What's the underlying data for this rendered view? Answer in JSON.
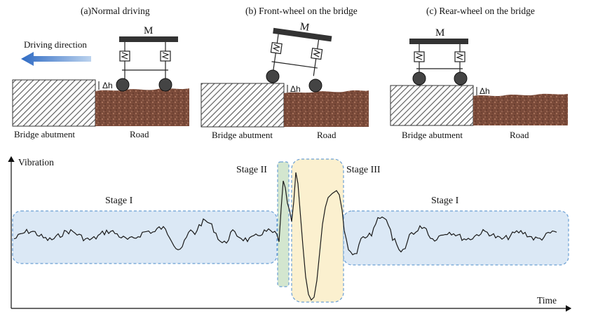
{
  "panels": [
    {
      "caption": "(a)Normal driving",
      "mass": "M",
      "delta": "Δh",
      "abutment": "Bridge abutment",
      "road": "Road"
    },
    {
      "caption": "(b) Front-wheel on the bridge",
      "mass": "M",
      "delta": "Δh",
      "abutment": "Bridge abutment",
      "road": "Road"
    },
    {
      "caption": "(c) Rear-wheel on the bridge",
      "mass": "M",
      "delta": "Δh",
      "abutment": "Bridge abutment",
      "road": "Road"
    }
  ],
  "direction_label": "Driving direction",
  "plot": {
    "ylabel": "Vibration",
    "xlabel": "Time",
    "stages": [
      "Stage I",
      "Stage II",
      "Stage III",
      "Stage I"
    ]
  },
  "colors": {
    "stage1_fill": "#dbe8f5",
    "stage1_border": "#6a9fd4",
    "stage2_fill": "#d3e6cf",
    "stage3_fill": "#fbf0cf",
    "road": "#7a4a3a",
    "arrow": "#3f78c8"
  }
}
